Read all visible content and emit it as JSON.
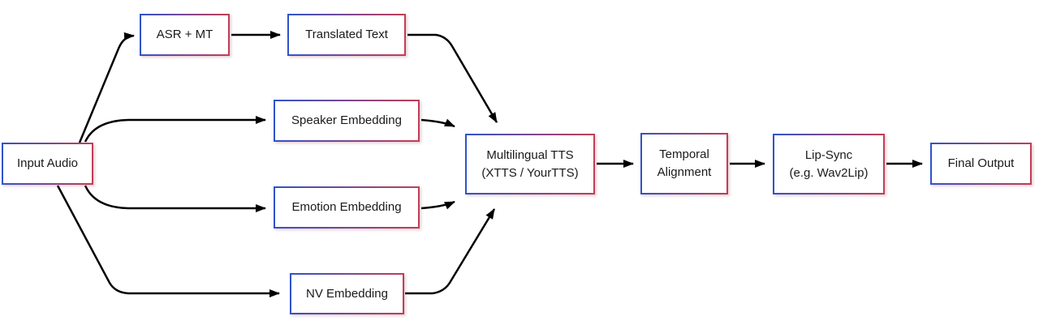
{
  "diagram": {
    "nodes": {
      "input_audio": {
        "label": "Input Audio"
      },
      "asr_mt": {
        "label": "ASR + MT"
      },
      "translated_text": {
        "label": "Translated Text"
      },
      "speaker_embedding": {
        "label": "Speaker Embedding"
      },
      "emotion_embedding": {
        "label": "Emotion Embedding"
      },
      "nv_embedding": {
        "label": "NV Embedding"
      },
      "multilingual_tts": {
        "line1": "Multilingual TTS",
        "line2": "(XTTS / YourTTS)"
      },
      "temporal_alignment": {
        "line1": "Temporal",
        "line2": "Alignment"
      },
      "lip_sync": {
        "line1": "Lip-Sync",
        "line2": "(e.g. Wav2Lip)"
      },
      "final_output": {
        "label": "Final Output"
      }
    },
    "edges": [
      {
        "from": "input_audio",
        "to": "asr_mt"
      },
      {
        "from": "input_audio",
        "to": "speaker_embedding"
      },
      {
        "from": "input_audio",
        "to": "emotion_embedding"
      },
      {
        "from": "input_audio",
        "to": "nv_embedding"
      },
      {
        "from": "asr_mt",
        "to": "translated_text"
      },
      {
        "from": "translated_text",
        "to": "multilingual_tts"
      },
      {
        "from": "speaker_embedding",
        "to": "multilingual_tts"
      },
      {
        "from": "emotion_embedding",
        "to": "multilingual_tts"
      },
      {
        "from": "nv_embedding",
        "to": "multilingual_tts"
      },
      {
        "from": "multilingual_tts",
        "to": "temporal_alignment"
      },
      {
        "from": "temporal_alignment",
        "to": "lip_sync"
      },
      {
        "from": "lip_sync",
        "to": "final_output"
      }
    ],
    "colors": {
      "border_gradient_start": "#2F53CB",
      "border_gradient_end": "#C33D55",
      "arrow": "#000000",
      "background": "#FFFFFF",
      "text": "#1A1A1A"
    }
  }
}
